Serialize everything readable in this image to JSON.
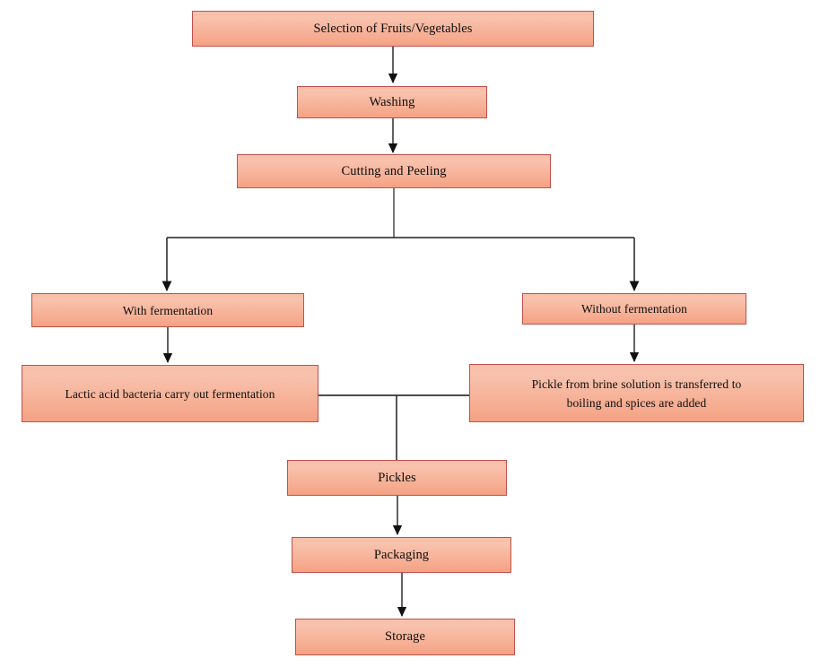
{
  "diagram": {
    "title": "Pickle Production Process Flowchart",
    "type": "flowchart",
    "background_color": "#ffffff",
    "node_fill_top": "#f7bfa9",
    "node_fill_bottom": "#f4a183",
    "node_border_color": "#c0504d",
    "edge_color": "#1a1a1a",
    "text_color": "#0d0d0d"
  },
  "nodes": [
    {
      "id": "selection",
      "label": "Selection of Fruits/Vegetables"
    },
    {
      "id": "washing",
      "label": "Washing"
    },
    {
      "id": "cutting",
      "label": "Cutting and Peeling"
    },
    {
      "id": "with_ferm",
      "label": "With fermentation"
    },
    {
      "id": "without_ferm",
      "label": "Without fermentation"
    },
    {
      "id": "lactic",
      "label": "Lactic acid bacteria carry out fermentation"
    },
    {
      "id": "brine",
      "label": "Pickle from brine solution is transferred to\nboiling and spices are added"
    },
    {
      "id": "pickles",
      "label": "Pickles"
    },
    {
      "id": "packaging",
      "label": "Packaging"
    },
    {
      "id": "storage",
      "label": "Storage"
    }
  ],
  "edges": [
    {
      "from": "selection",
      "to": "washing",
      "kind": "arrow"
    },
    {
      "from": "washing",
      "to": "cutting",
      "kind": "arrow"
    },
    {
      "from": "cutting",
      "to": "with_ferm",
      "kind": "split-arrow-left"
    },
    {
      "from": "cutting",
      "to": "without_ferm",
      "kind": "split-arrow-right"
    },
    {
      "from": "with_ferm",
      "to": "lactic",
      "kind": "arrow"
    },
    {
      "from": "without_ferm",
      "to": "brine",
      "kind": "arrow"
    },
    {
      "from": "lactic",
      "to": "pickles",
      "kind": "merge-line"
    },
    {
      "from": "brine",
      "to": "pickles",
      "kind": "merge-line"
    },
    {
      "from": "pickles",
      "to": "packaging",
      "kind": "arrow"
    },
    {
      "from": "packaging",
      "to": "storage",
      "kind": "arrow"
    }
  ]
}
